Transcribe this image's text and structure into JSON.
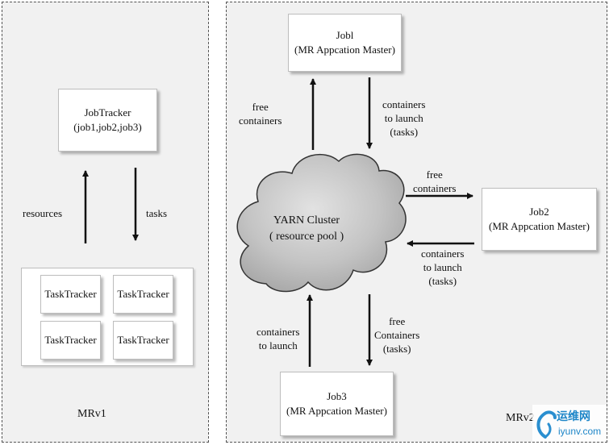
{
  "mrv1": {
    "title": "MRv1",
    "jobtracker": {
      "line1": "JobTracker",
      "line2": "(job1,job2,job3)"
    },
    "resources_label": "resources",
    "tasks_label": "tasks",
    "tasktrackers": [
      "TaskTracker",
      "TaskTracker",
      "TaskTracker",
      "TaskTracker"
    ]
  },
  "mrv2": {
    "title": "MRv2",
    "cluster": {
      "line1": "YARN Cluster",
      "line2": "( resource pool )"
    },
    "job1": {
      "line1": "Jobl",
      "line2": "(MR Appcation Master)"
    },
    "job2": {
      "line1": "Job2",
      "line2": "(MR Appcation Master)"
    },
    "job3": {
      "line1": "Job3",
      "line2": "(MR Appcation Master)"
    },
    "job1_up": {
      "line1": "free",
      "line2": "containers"
    },
    "job1_down": {
      "line1": "containers",
      "line2": "to launch",
      "line3": "(tasks)"
    },
    "job2_right": {
      "line1": "free",
      "line2": "containers"
    },
    "job2_left": {
      "line1": "containers",
      "line2": "to launch",
      "line3": "(tasks)"
    },
    "job3_up": {
      "line1": "containers",
      "line2": "to launch"
    },
    "job3_down": {
      "line1": "free",
      "line2": "Containers",
      "line3": "(tasks)"
    }
  },
  "watermark": {
    "text": "iyunv.com",
    "cn": "运维网"
  }
}
